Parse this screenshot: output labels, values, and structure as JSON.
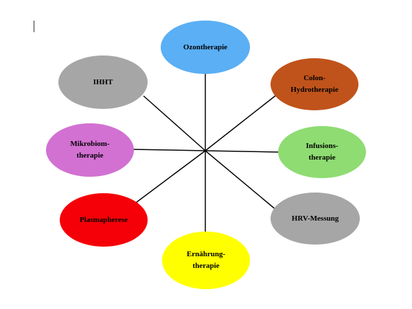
{
  "diagram": {
    "nodes": [
      {
        "id": "ozontherapie",
        "label": "Ozontherapie",
        "color": "#5aaff5"
      },
      {
        "id": "colon-hydrotherapie",
        "label": "Colon-\nHydrotherapie",
        "color": "#c0531b"
      },
      {
        "id": "infusionstherapie",
        "label": "Infusions-\ntherapie",
        "color": "#8edc72"
      },
      {
        "id": "hrv-messung",
        "label": "HRV-Messung",
        "color": "#a6a6a6"
      },
      {
        "id": "ernaehrungstherapie",
        "label": "Ernährung-\ntherapie",
        "color": "#ffff00"
      },
      {
        "id": "plasmapherese",
        "label": "Plasmapherese",
        "color": "#f50008"
      },
      {
        "id": "mikrobiomtherapie",
        "label": "Mikrobiom-\ntherapie",
        "color": "#d271d2"
      },
      {
        "id": "ihht",
        "label": "IHHT",
        "color": "#a6a6a6"
      }
    ]
  }
}
